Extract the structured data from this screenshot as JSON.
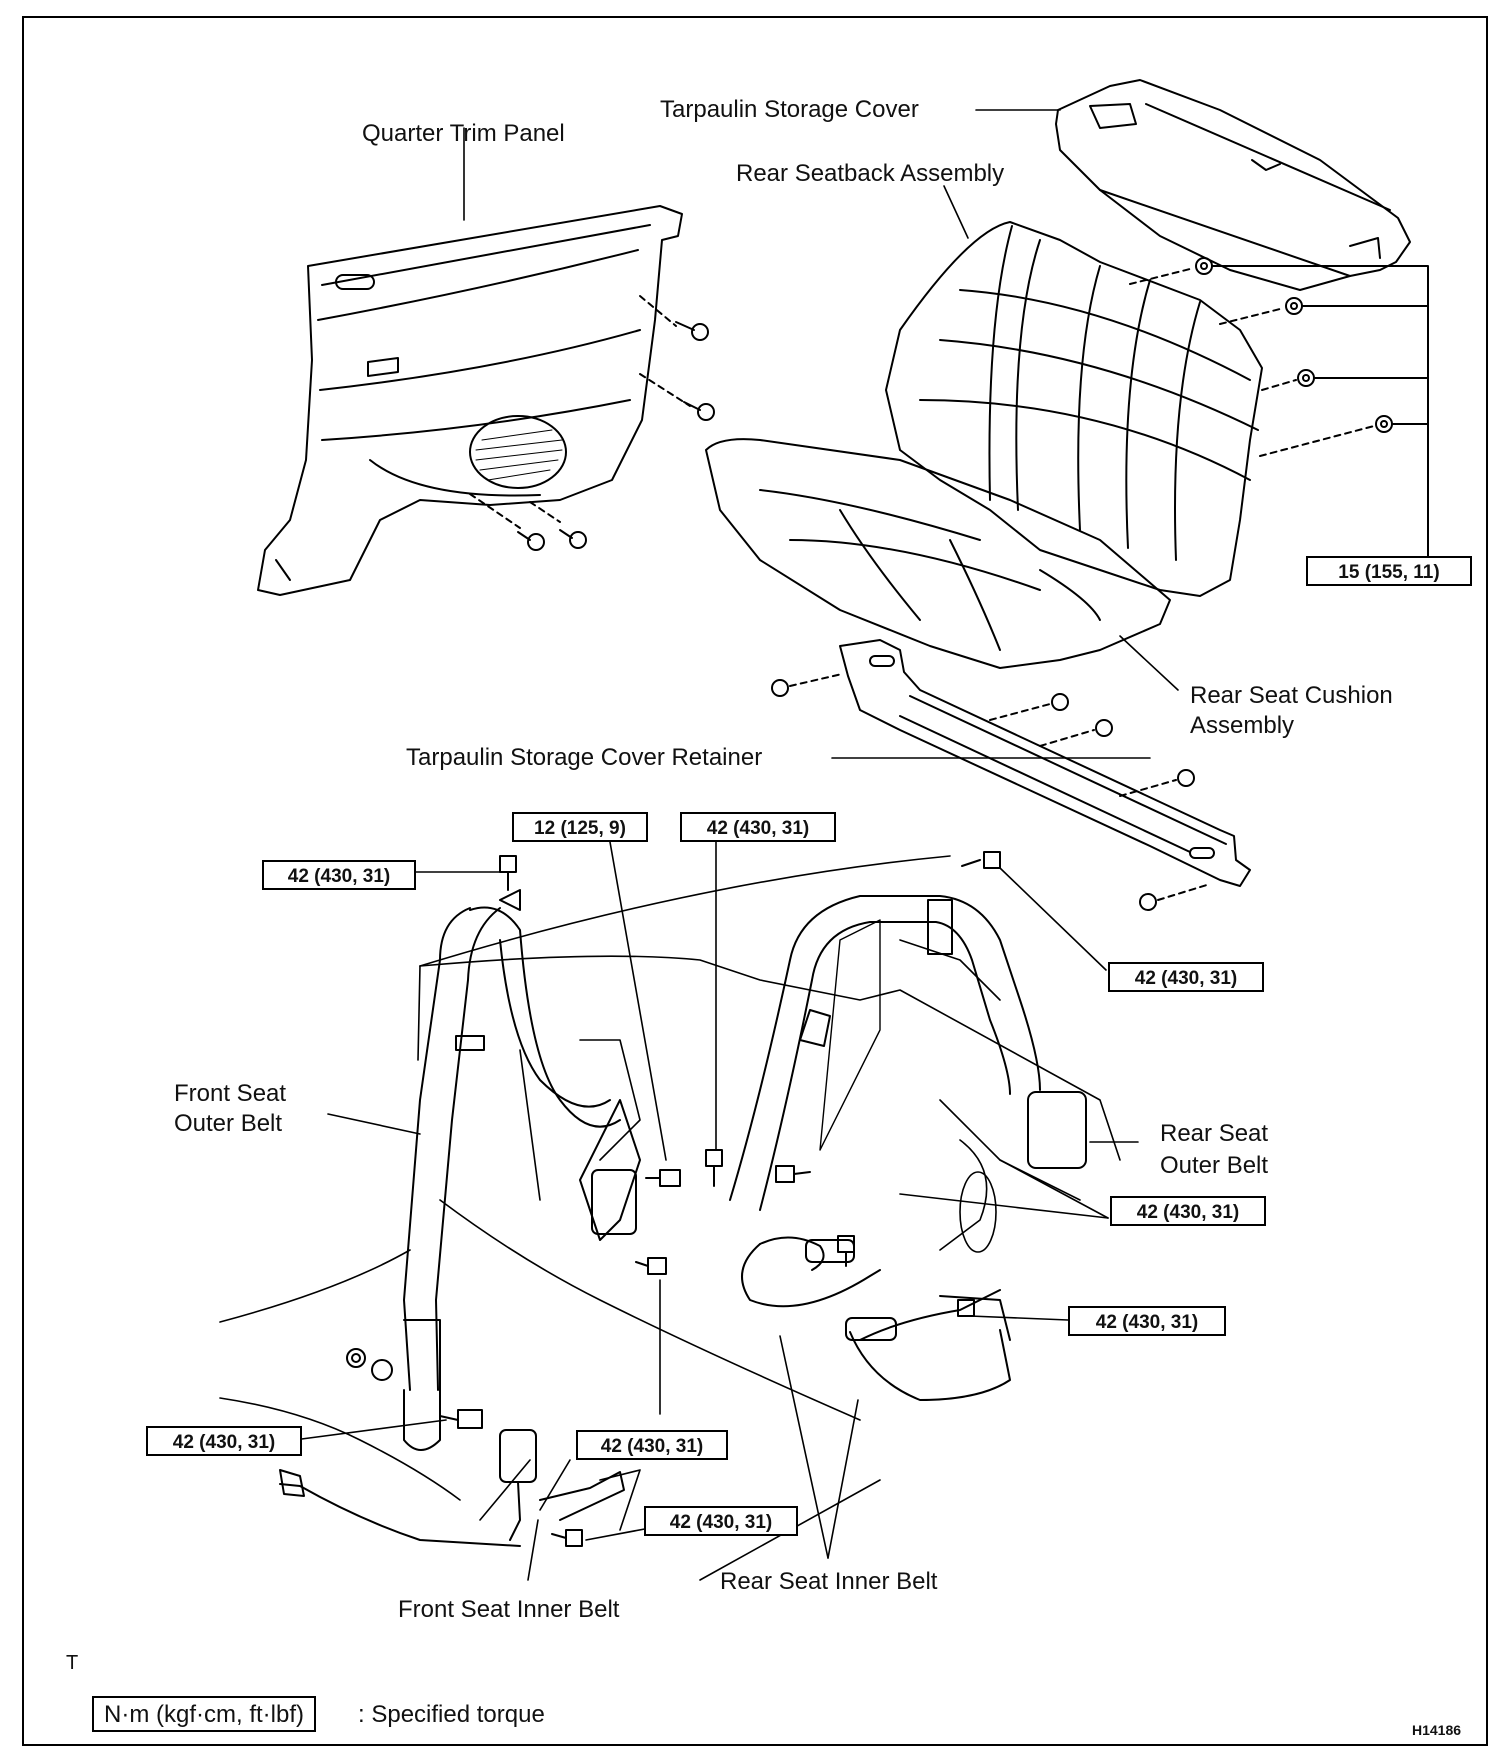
{
  "labels": {
    "quarter_trim_panel": "Quarter Trim Panel",
    "tarpaulin_storage_cover": "Tarpaulin Storage Cover",
    "rear_seatback_assembly": "Rear Seatback Assembly",
    "rear_seat_cushion_assembly_1": "Rear Seat Cushion",
    "rear_seat_cushion_assembly_2": "Assembly",
    "tarpaulin_storage_cover_retainer": "Tarpaulin Storage Cover Retainer",
    "front_seat_outer_belt_1": "Front Seat",
    "front_seat_outer_belt_2": "Outer Belt",
    "rear_seat_outer_belt_1": "Rear Seat",
    "rear_seat_outer_belt_2": "Outer Belt",
    "rear_seat_inner_belt": "Rear Seat Inner Belt",
    "front_seat_inner_belt": "Front Seat Inner Belt"
  },
  "torque_boxes": {
    "t_seatback_nuts": "15 (155, 11)",
    "t_12": "12 (125, 9)",
    "t_top_center": "42 (430, 31)",
    "t_top_left": "42 (430, 31)",
    "t_right_upper": "42 (430, 31)",
    "t_right_mid": "42 (430, 31)",
    "t_right_lower": "42 (430, 31)",
    "t_bottom_left": "42 (430, 31)",
    "t_bottom_center": "42 (430, 31)",
    "t_bottom_inner": "42 (430, 31)"
  },
  "legend": {
    "unit": "N·m (kgf·cm, ft·lbf)",
    "description": ": Specified torque"
  },
  "corner_mark": "T",
  "figure_id": "H14186"
}
